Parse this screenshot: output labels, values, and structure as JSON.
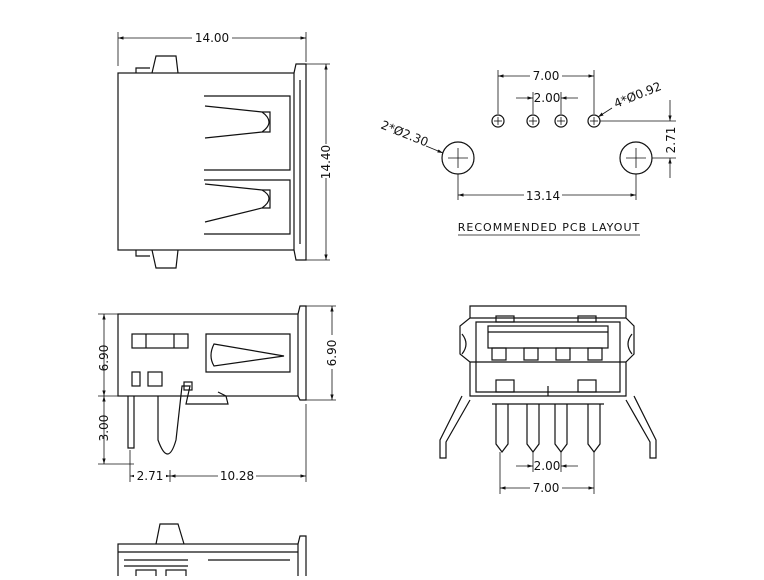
{
  "top_view": {
    "width_label": "14.00",
    "height_label": "14.40"
  },
  "pcb_layout": {
    "pin_span_label": "7.00",
    "pin_pitch_label": "2.00",
    "pin_hole_label": "4*Ø0.92",
    "mount_hole_label": "2*Ø2.30",
    "mount_span_label": "13.14",
    "row_offset_label": "2.71",
    "caption": "RECOMMENDED PCB LAYOUT"
  },
  "side_view": {
    "body_height_left": "6.90",
    "body_height_right": "6.90",
    "pin_length": "3.00",
    "front_offset": "2.71",
    "depth": "10.28"
  },
  "front_view": {
    "pin_pitch_label": "2.00",
    "pin_span_label": "7.00"
  },
  "colors": {
    "line": "#111111",
    "background": "#ffffff"
  }
}
